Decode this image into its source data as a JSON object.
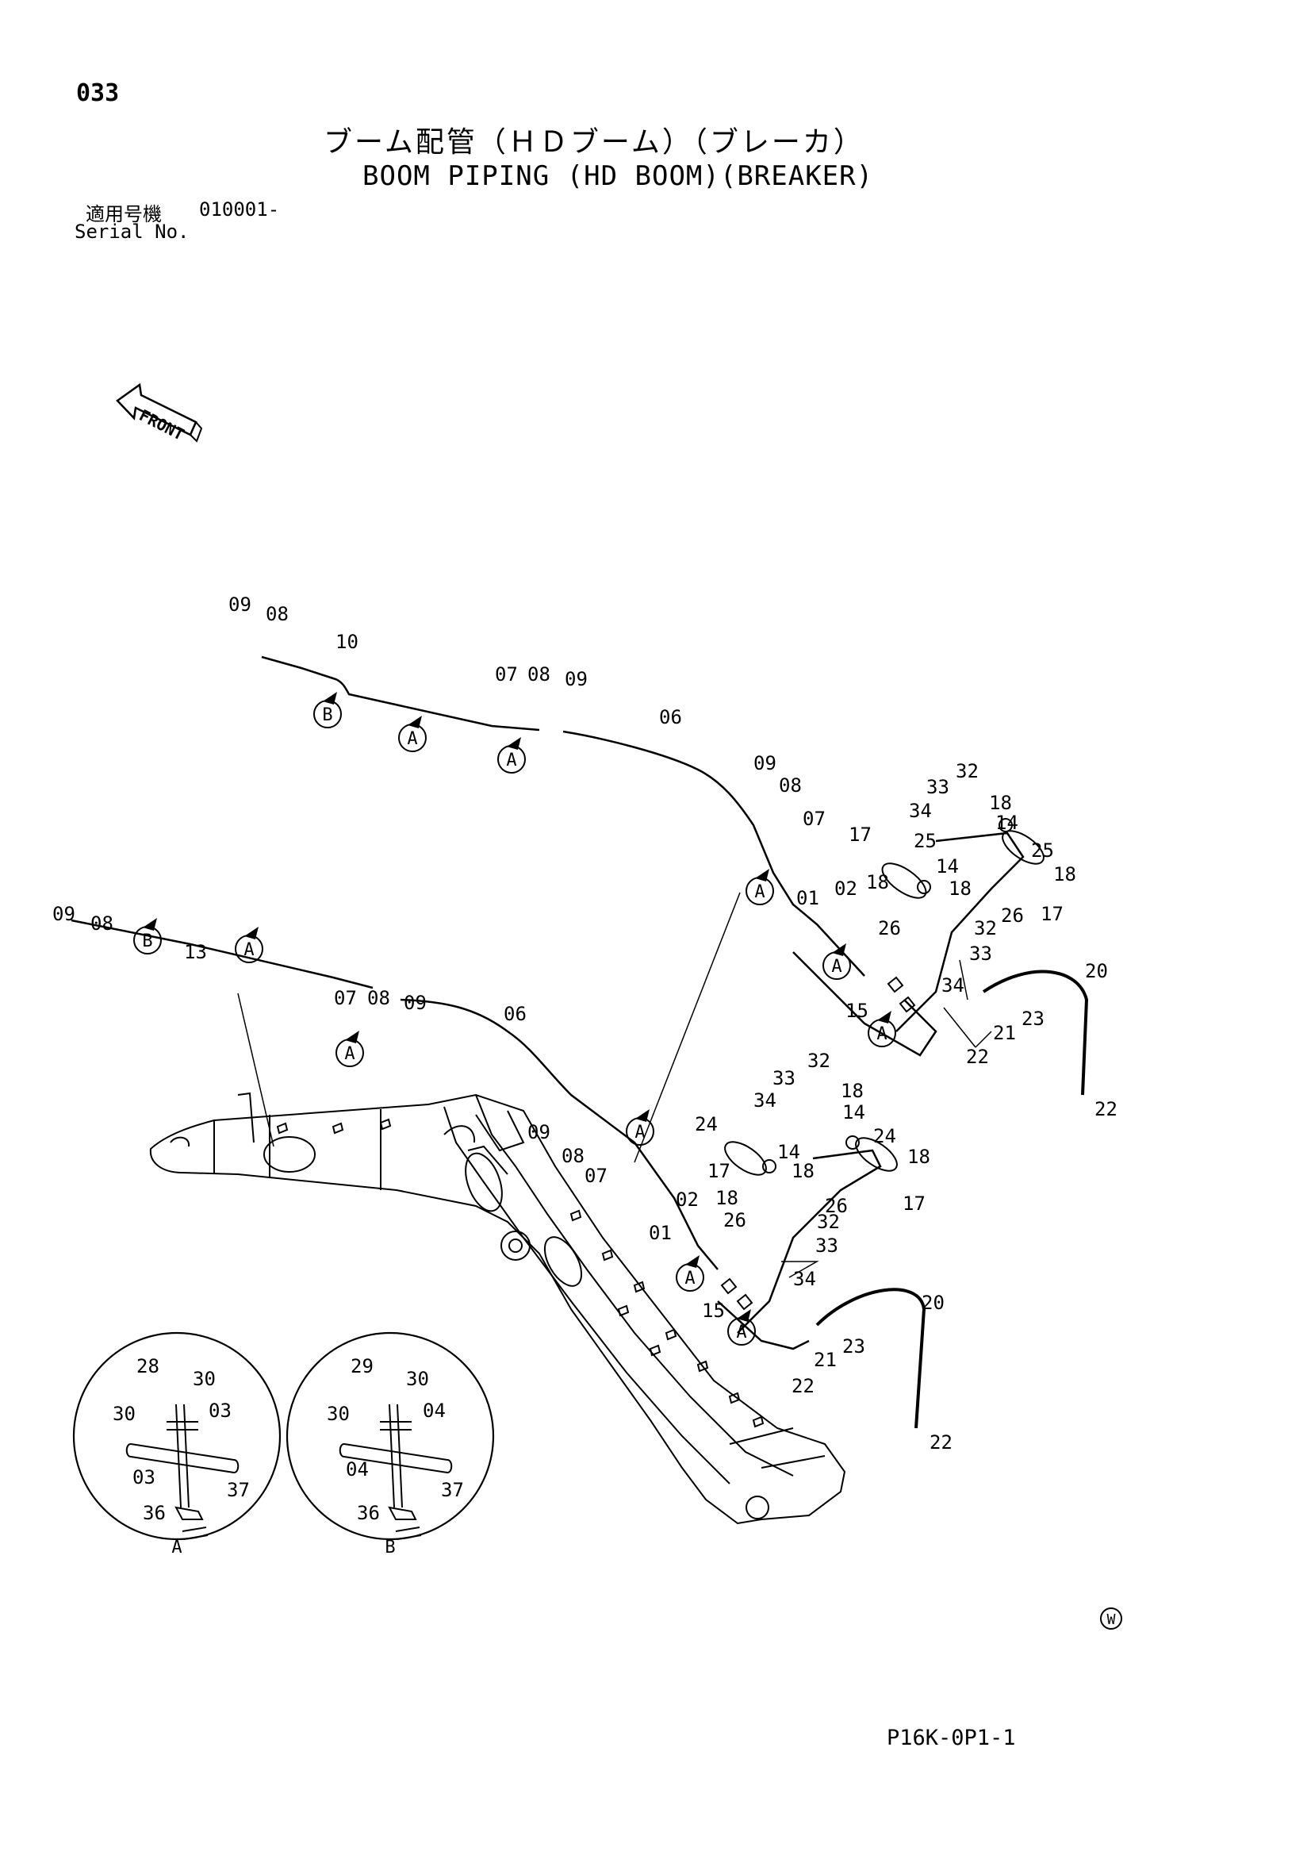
{
  "page_number": "033",
  "title_jp": "ブーム配管（ＨＤブーム）（ブレーカ）",
  "title_en": "BOOM PIPING (HD BOOM)(BREAKER)",
  "serial": {
    "label_jp": "適用号機",
    "code": "010001-",
    "label_en": "Serial No."
  },
  "front_label": "FRONT",
  "detail_views": [
    {
      "label": "A",
      "callouts": [
        "28",
        "30",
        "30",
        "03",
        "03",
        "36",
        "37"
      ]
    },
    {
      "label": "B",
      "callouts": [
        "29",
        "30",
        "30",
        "04",
        "04",
        "36",
        "37"
      ]
    }
  ],
  "view_markers": {
    "a": "A",
    "b": "B"
  },
  "upper_assembly_callouts": [
    "09",
    "08",
    "10",
    "07",
    "08",
    "09",
    "06",
    "09",
    "08",
    "07",
    "02",
    "01",
    "32",
    "33",
    "34",
    "18",
    "14",
    "25",
    "17",
    "25",
    "18",
    "14",
    "18",
    "26",
    "26",
    "32",
    "33",
    "34",
    "15",
    "20",
    "21",
    "23",
    "22",
    "22",
    "18",
    "17"
  ],
  "lower_assembly_callouts": [
    "09",
    "08",
    "13",
    "07",
    "08",
    "09",
    "06",
    "09",
    "08",
    "07",
    "02",
    "01",
    "32",
    "33",
    "34",
    "18",
    "14",
    "24",
    "17",
    "24",
    "18",
    "14",
    "18",
    "26",
    "26",
    "32",
    "33",
    "34",
    "15",
    "20",
    "21",
    "23",
    "22",
    "22",
    "18",
    "17"
  ],
  "corner_mark": "W",
  "drawing_no": "P16K-0P1-1",
  "colors": {
    "ink": "#000000",
    "paper": "#ffffff"
  }
}
